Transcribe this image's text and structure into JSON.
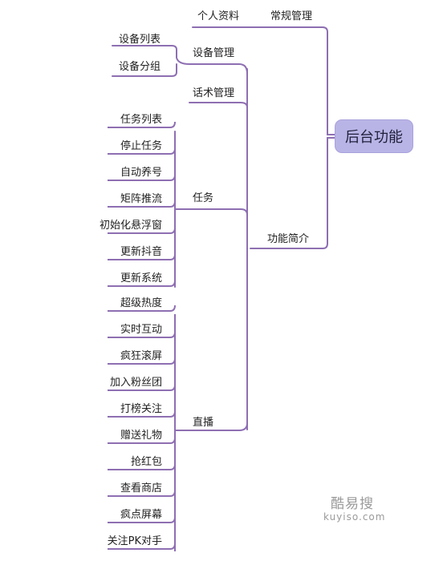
{
  "root": {
    "label": "后台功能"
  },
  "branches": {
    "general": {
      "label": "常规管理",
      "children": [
        "个人资料"
      ]
    },
    "intro": {
      "label": "功能简介",
      "device": {
        "label": "设备管理",
        "children": [
          "设备列表",
          "设备分组"
        ]
      },
      "script": {
        "label": "话术管理"
      },
      "task": {
        "label": "任务",
        "children": [
          "任务列表",
          "停止任务",
          "自动养号",
          "矩阵推流",
          "初始化悬浮窗",
          "更新抖音",
          "更新系统"
        ]
      },
      "live": {
        "label": "直播",
        "children": [
          "超级热度",
          "实时互动",
          "疯狂滚屏",
          "加入粉丝团",
          "打榜关注",
          "赠送礼物",
          "抢红包",
          "查看商店",
          "疯点屏幕",
          "关注PK对手"
        ]
      }
    }
  },
  "colors": {
    "line": "#8e6fb2",
    "root_fill": "#b9b4e6"
  },
  "watermark": {
    "logo_text": "酷易搜",
    "url": "kuyiso.com"
  }
}
